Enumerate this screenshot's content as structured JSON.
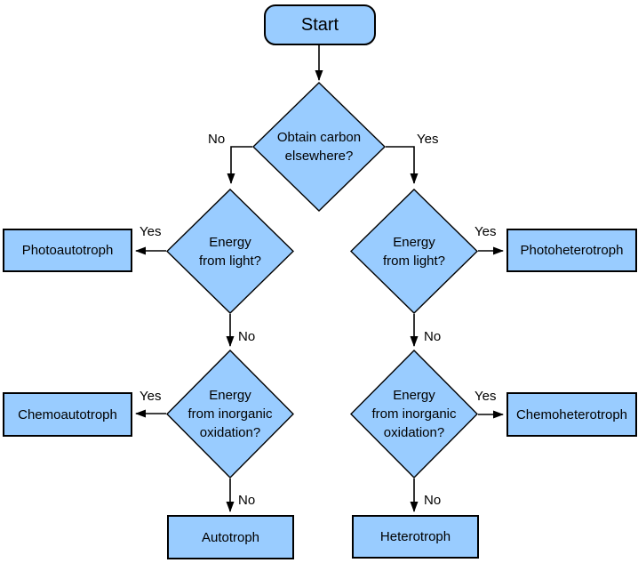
{
  "colors": {
    "node_fill": "#99CCFF",
    "node_border": "#000000",
    "connector": "#000000",
    "text": "#000000",
    "background": "#FFFFFF"
  },
  "labels": {
    "yes": "Yes",
    "no": "No"
  },
  "nodes": {
    "start": {
      "label": "Start"
    },
    "obtain_carbon": {
      "lines": [
        "Obtain carbon",
        "elsewhere?"
      ]
    },
    "energy_light_left": {
      "lines": [
        "Energy",
        "from light?"
      ]
    },
    "energy_light_right": {
      "lines": [
        "Energy",
        "from light?"
      ]
    },
    "energy_inorganic_left": {
      "lines": [
        "Energy",
        "from inorganic",
        "oxidation?"
      ]
    },
    "energy_inorganic_right": {
      "lines": [
        "Energy",
        "from inorganic",
        "oxidation?"
      ]
    },
    "photoautotroph": {
      "label": "Photoautotroph"
    },
    "photoheterotroph": {
      "label": "Photoheterotroph"
    },
    "chemoautotroph": {
      "label": "Chemoautotroph"
    },
    "chemoheterotroph": {
      "label": "Chemoheterotroph"
    },
    "autotroph": {
      "label": "Autotroph"
    },
    "heterotroph": {
      "label": "Heterotroph"
    }
  }
}
